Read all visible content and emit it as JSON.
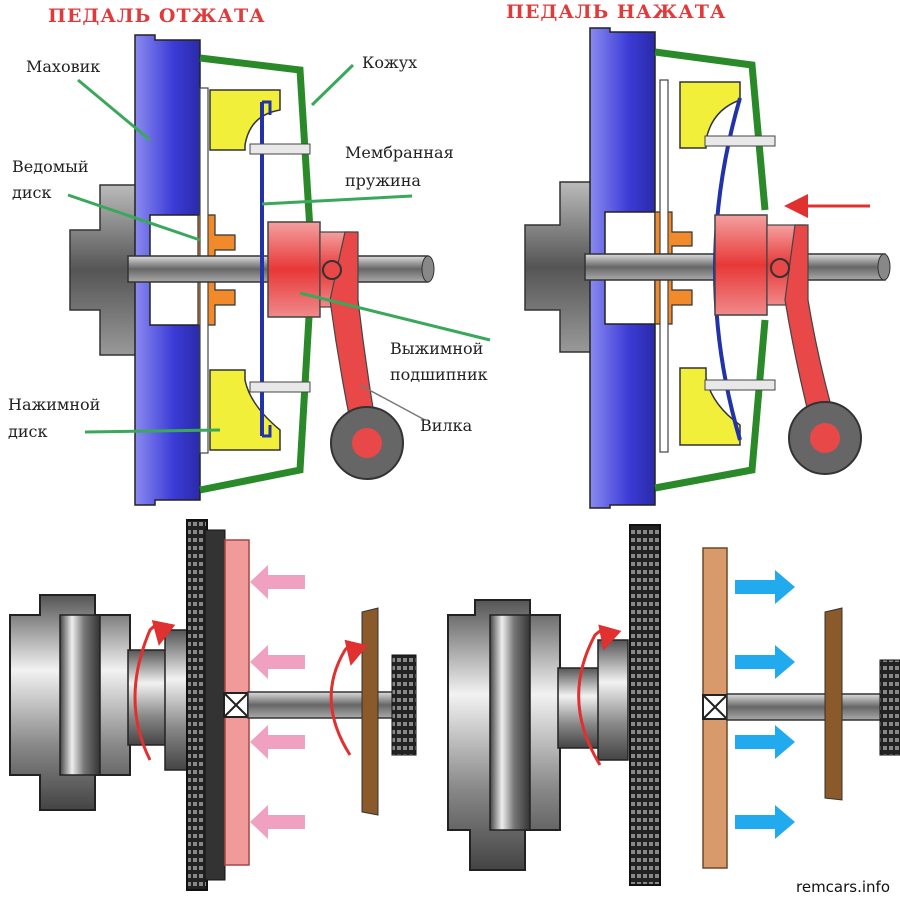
{
  "titles": {
    "left": "ПЕДАЛЬ ОТЖАТА",
    "right": "ПЕДАЛЬ НАЖАТА"
  },
  "labels": {
    "flywheel": "Маховик",
    "casing": "Кожух",
    "driven_disc_1": "Ведомый",
    "driven_disc_2": "диск",
    "spring_1": "Мембранная",
    "spring_2": "пружина",
    "bearing_1": "Выжимной",
    "bearing_2": "подшипник",
    "pressure_disc_1": "Нажимной",
    "pressure_disc_2": "диск",
    "fork": "Вилка"
  },
  "credit": "remcars.info",
  "colors": {
    "title": "#e03a3a",
    "flywheel": "#3b3bd6",
    "casing": "#2a8a2a",
    "pressure_plate": "#f2ef3a",
    "driven_disc": "#f08a2a",
    "spring": "#2233aa",
    "bearing": "#e84848",
    "leader": "#3aa85a",
    "arrow_red": "#e03030",
    "arrow_pink": "#f0a0c0",
    "arrow_blue": "#22aaee",
    "disc_pink": "#f09a9a",
    "disc_tan": "#d89a6a",
    "disc_brown": "#8a5a2a"
  }
}
